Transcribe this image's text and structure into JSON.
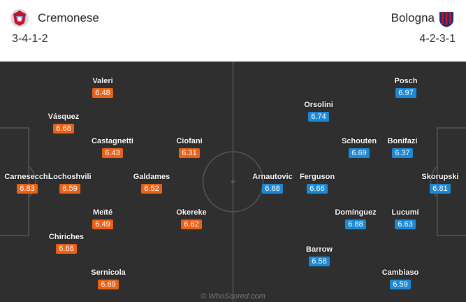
{
  "home": {
    "name": "Cremonese",
    "formation": "3-4-1-2",
    "rating_color": "#e8621a",
    "crest_icon": "cremonese-crest-icon",
    "players": [
      {
        "name": "Carnesecchi",
        "rating": "6.83"
      },
      {
        "name": "Lochoshvili",
        "rating": "6.59"
      },
      {
        "name": "Vásquez",
        "rating": "6.68"
      },
      {
        "name": "Chiriches",
        "rating": "6.66"
      },
      {
        "name": "Valeri",
        "rating": "6.48"
      },
      {
        "name": "Castagnetti",
        "rating": "6.43"
      },
      {
        "name": "Meïté",
        "rating": "6.49"
      },
      {
        "name": "Sernicola",
        "rating": "6.69"
      },
      {
        "name": "Galdames",
        "rating": "6.52"
      },
      {
        "name": "Ciofani",
        "rating": "6.31"
      },
      {
        "name": "Okereke",
        "rating": "6.62"
      }
    ]
  },
  "away": {
    "name": "Bologna",
    "formation": "4-2-3-1",
    "rating_color": "#1d88d4",
    "crest_icon": "bologna-crest-icon",
    "players": [
      {
        "name": "Skorupski",
        "rating": "6.81"
      },
      {
        "name": "Posch",
        "rating": "6.97"
      },
      {
        "name": "Bonifazi",
        "rating": "6.37"
      },
      {
        "name": "Lucumí",
        "rating": "6.63"
      },
      {
        "name": "Cambiaso",
        "rating": "6.59"
      },
      {
        "name": "Schouten",
        "rating": "6.69"
      },
      {
        "name": "Domínguez",
        "rating": "6.88"
      },
      {
        "name": "Orsolini",
        "rating": "6.74"
      },
      {
        "name": "Ferguson",
        "rating": "6.66"
      },
      {
        "name": "Barrow",
        "rating": "6.58"
      },
      {
        "name": "Arnautovic",
        "rating": "6.68"
      }
    ]
  },
  "watermark": "© WhoScored.com"
}
